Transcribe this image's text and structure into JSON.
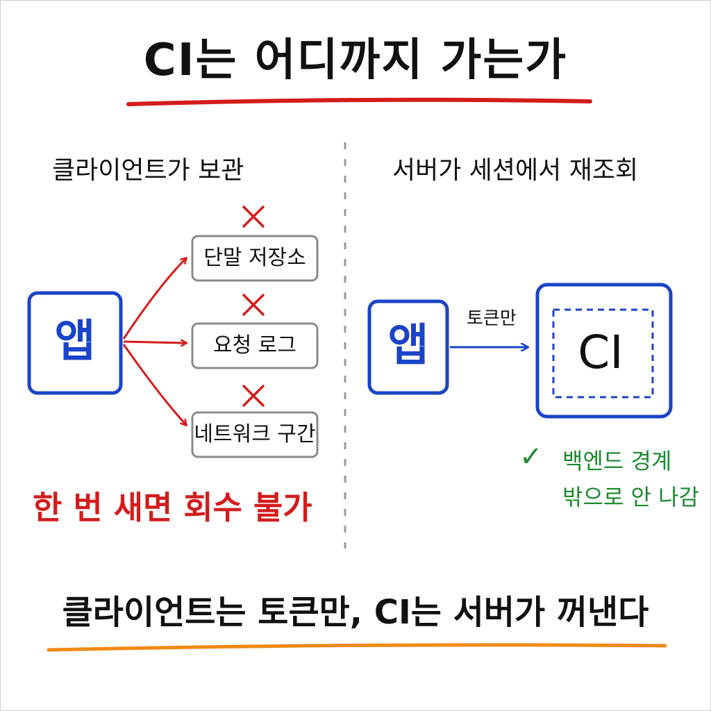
{
  "title": "CI는 어디까지 가는가",
  "left": {
    "heading": "클라이언트가 보관",
    "app_label": "앱",
    "boxes": [
      "단말 저장소",
      "요청 로그",
      "네트워크 구간"
    ],
    "warning": "한 번 새면 회수 불가"
  },
  "right": {
    "heading": "서버가 세션에서 재조회",
    "app_label": "앱",
    "arrow_label": "토큰만",
    "ci_label": "CI",
    "check_icon": "check-icon",
    "ok_line1": "백엔드 경계",
    "ok_line2": "밖으로 안 나감"
  },
  "footer": "클라이언트는 토큰만, CI는 서버가 꺼낸다",
  "colors": {
    "title_underline": "#d41c1c",
    "footer_underline": "#f08a14",
    "app_blue": "#1a44c8",
    "cross_red": "#d41c1c",
    "ok_green": "#1a8a2e",
    "box_border": "#8a8a8a",
    "divider": "#9a9a9a"
  }
}
